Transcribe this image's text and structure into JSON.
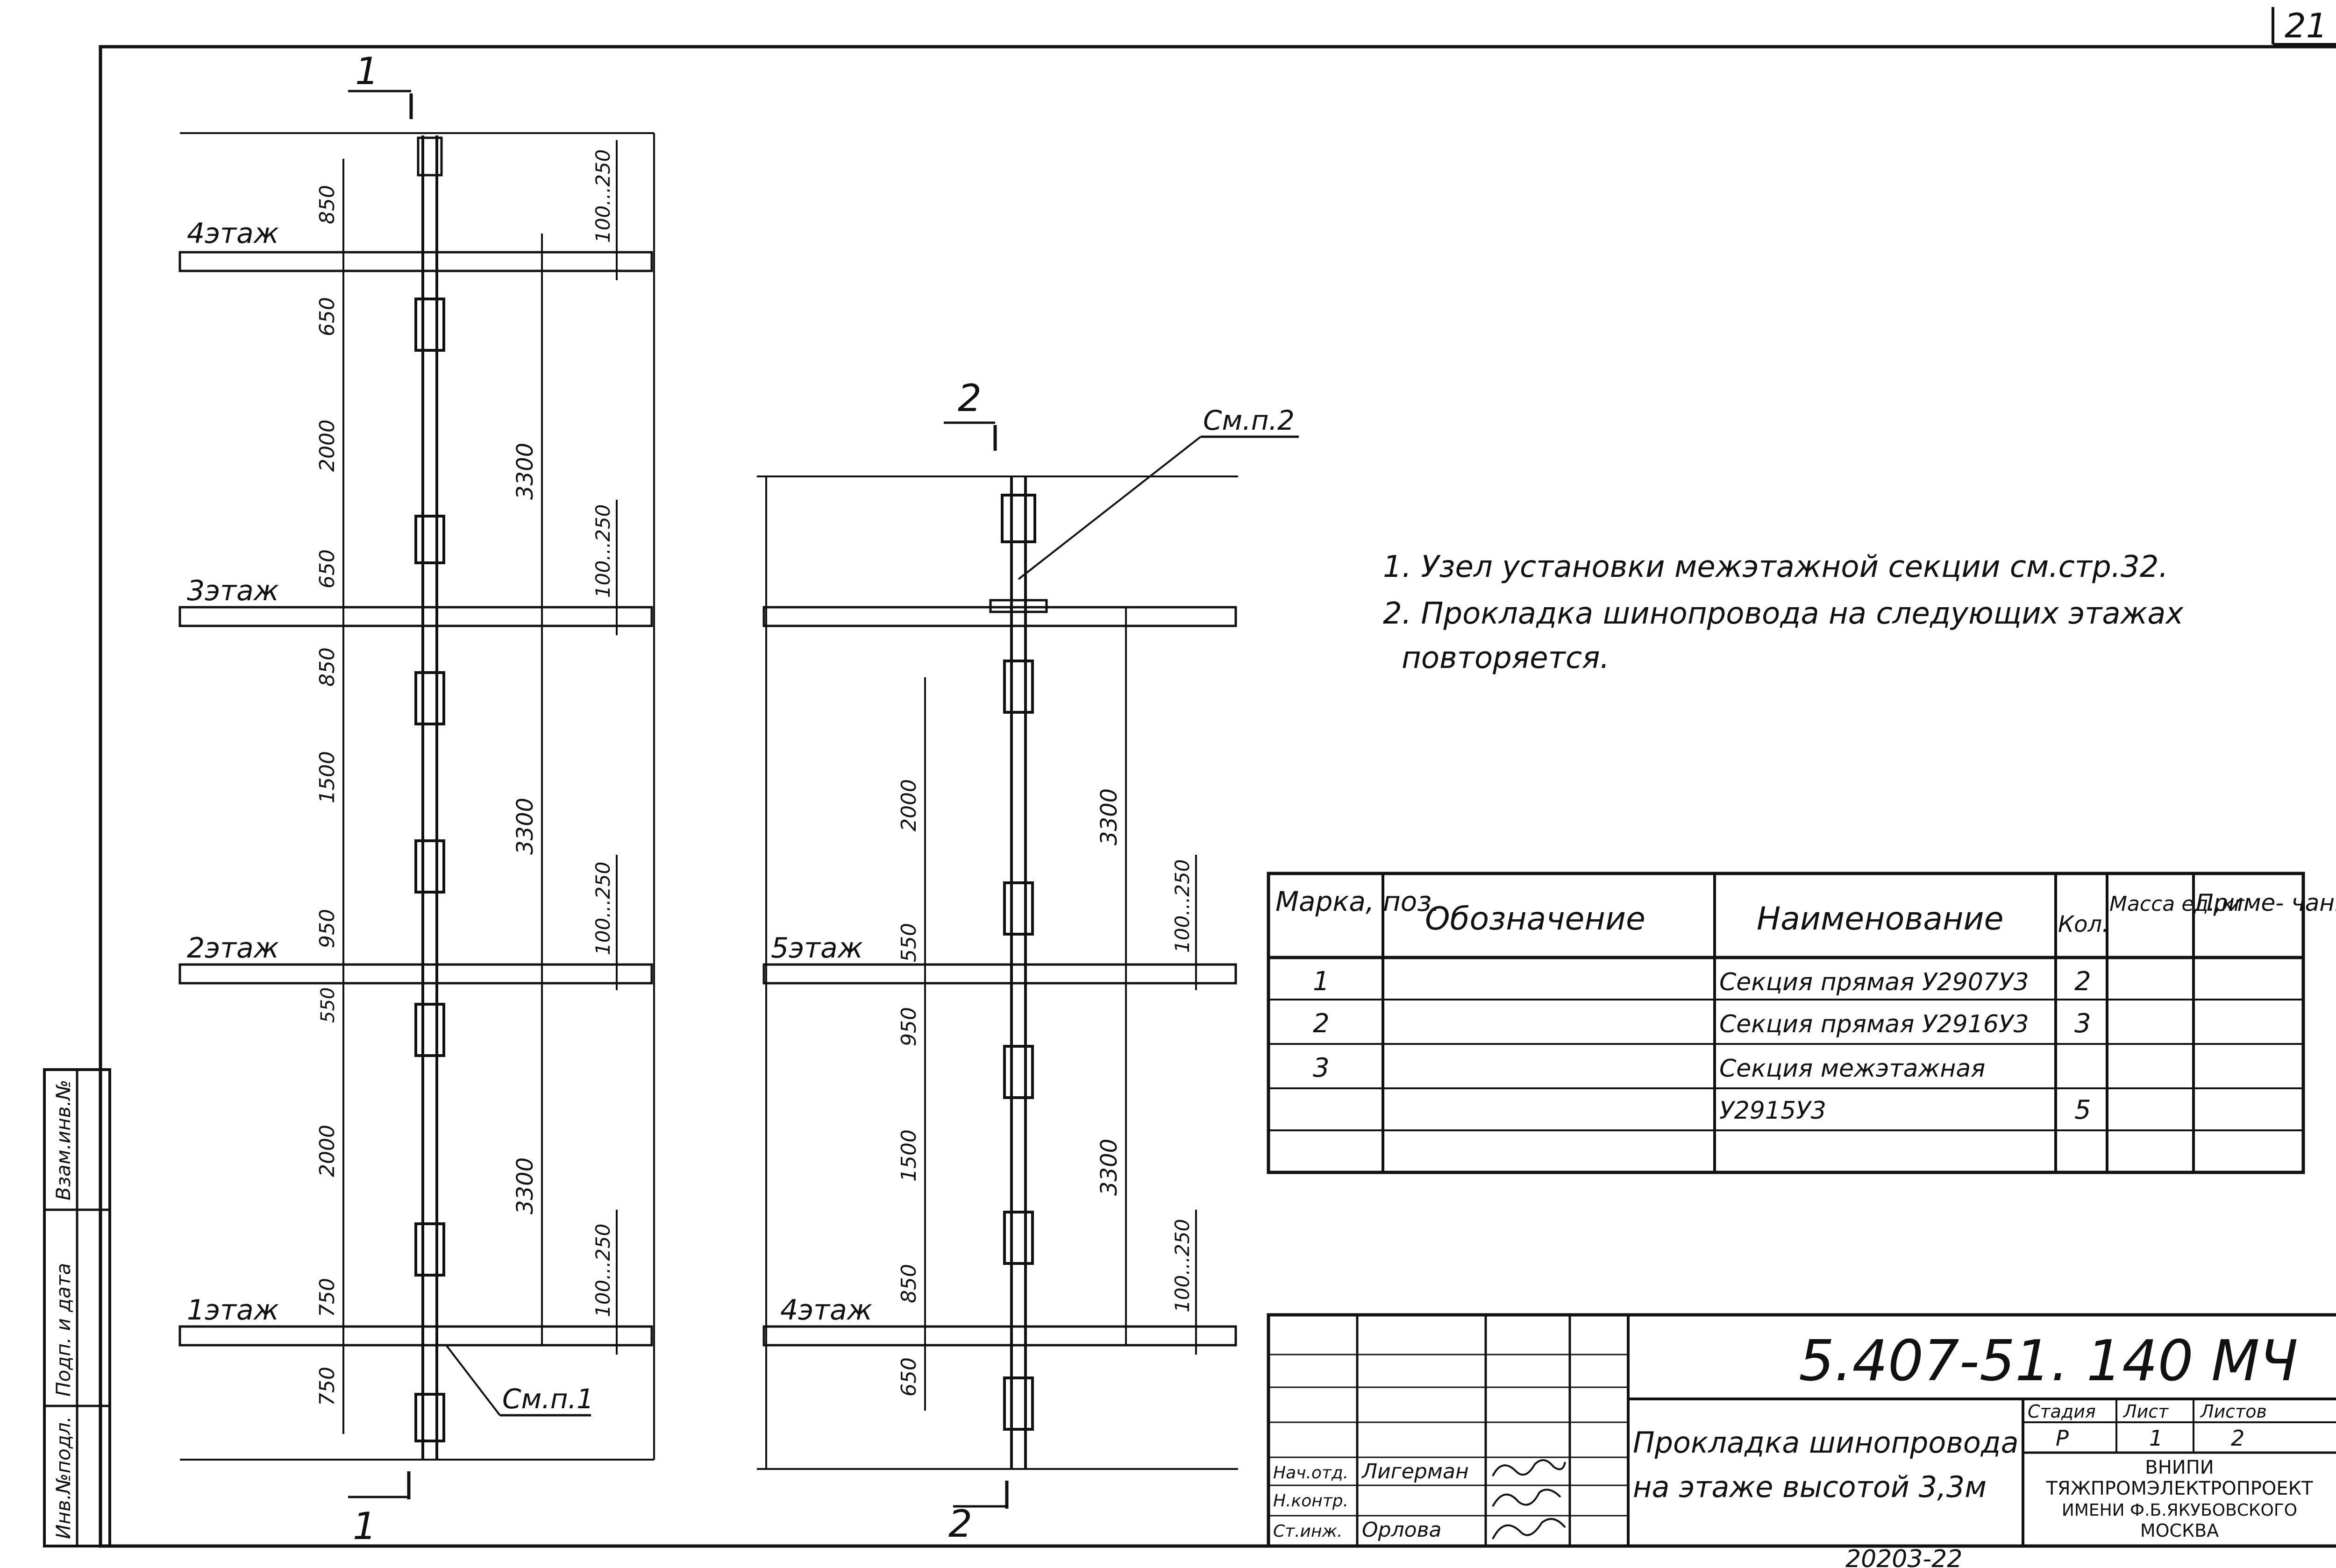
{
  "page_number": "21",
  "section_1": {
    "marker": "1",
    "floors": [
      "4этаж",
      "3этаж",
      "2этаж",
      "1этаж"
    ],
    "dims": [
      "850",
      "650",
      "2000",
      "650",
      "850",
      "1500",
      "950",
      "550",
      "2000",
      "750",
      "750"
    ],
    "heights": [
      "3300",
      "3300",
      "3300"
    ],
    "gaps": [
      "100...250",
      "100...250",
      "100...250",
      "100...250"
    ],
    "callout": "См.п.1"
  },
  "section_2": {
    "marker": "2",
    "floors": [
      "5этаж",
      "4этаж"
    ],
    "dims": [
      "2000",
      "550",
      "950",
      "1500",
      "850",
      "650"
    ],
    "heights": [
      "3300",
      "3300"
    ],
    "gaps": [
      "100...250",
      "100...250"
    ],
    "callout": "См.п.2"
  },
  "notes": [
    "1. Узел установки межэтажной секции см.стр.32.",
    "2. Прокладка шинопровода на следующих этажах",
    "повторяется."
  ],
  "spec_table": {
    "headers": [
      "Марка, поз.",
      "Обозначение",
      "Наименование",
      "Кол.",
      "Масса ед.,кг",
      "Приме- чание"
    ],
    "rows": [
      {
        "pos": "1",
        "name": "Секция прямая У2907У3",
        "qty": "2"
      },
      {
        "pos": "2",
        "name": "Секция прямая У2916У3",
        "qty": "3"
      },
      {
        "pos": "3",
        "name": "Секция межэтажная",
        "qty": ""
      },
      {
        "pos": "",
        "name": "У2915У3",
        "qty": "5"
      }
    ]
  },
  "title_block": {
    "code": "5.407-51. 140 МЧ",
    "title_line1": "Прокладка шинопровода",
    "title_line2": "на этаже высотой 3,3м",
    "stage_label": "Стадия",
    "sheet_label": "Лист",
    "sheets_label": "Листов",
    "stage": "Р",
    "sheet": "1",
    "sheets": "2",
    "org_lines": [
      "ВНИПИ",
      "ТЯЖПРОМЭЛЕКТРОПРОЕКТ",
      "ИМЕНИ Ф.Б.ЯКУБОВСКОГО",
      "МОСКВА"
    ],
    "signers": [
      {
        "role": "Нач.отд.",
        "name": "Лигерман"
      },
      {
        "role": "Н.контр.",
        "name": ""
      },
      {
        "role": "Ст.инж.",
        "name": "Орлова"
      }
    ]
  },
  "side_stamp": [
    "Инв.№подл.",
    "Подп. и дата",
    "Взам.инв.№"
  ],
  "bottom_code": "20203-22"
}
